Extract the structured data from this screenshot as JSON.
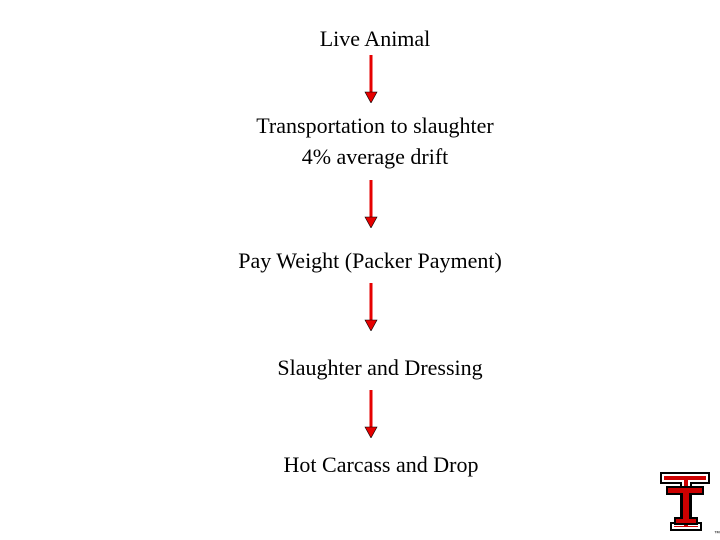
{
  "diagram": {
    "steps": [
      {
        "lines": [
          "Live Animal"
        ]
      },
      {
        "lines": [
          "Transportation to slaughter",
          "4% average drift"
        ]
      },
      {
        "lines": [
          "Pay Weight (Packer Payment)"
        ]
      },
      {
        "lines": [
          "Slaughter and Dressing"
        ]
      },
      {
        "lines": [
          "Hot Carcass and Drop"
        ]
      }
    ],
    "arrow_color": "#e60000"
  },
  "logo": {
    "icon": "double-t-logo-icon",
    "primary_color": "#cc0000",
    "outline_color": "#000000",
    "trademark": "™"
  }
}
